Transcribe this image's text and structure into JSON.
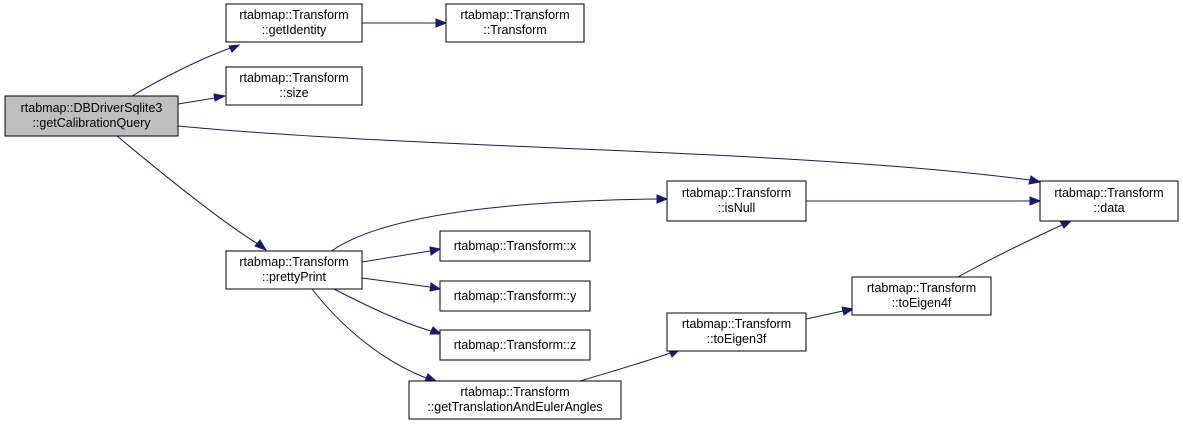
{
  "diagram": {
    "nodes": {
      "root": {
        "line1": "rtabmap::DBDriverSqlite3",
        "line2": "::getCalibrationQuery"
      },
      "getIdentity": {
        "line1": "rtabmap::Transform",
        "line2": "::getIdentity"
      },
      "transform": {
        "line1": "rtabmap::Transform",
        "line2": "::Transform"
      },
      "size": {
        "line1": "rtabmap::Transform",
        "line2": "::size"
      },
      "data": {
        "line1": "rtabmap::Transform",
        "line2": "::data"
      },
      "prettyPrint": {
        "line1": "rtabmap::Transform",
        "line2": "::prettyPrint"
      },
      "isNull": {
        "line1": "rtabmap::Transform",
        "line2": "::isNull"
      },
      "x": {
        "line1": "rtabmap::Transform::x"
      },
      "y": {
        "line1": "rtabmap::Transform::y"
      },
      "z": {
        "line1": "rtabmap::Transform::z"
      },
      "getTAEA": {
        "line1": "rtabmap::Transform",
        "line2": "::getTranslationAndEulerAngles"
      },
      "toEigen3f": {
        "line1": "rtabmap::Transform",
        "line2": "::toEigen3f"
      },
      "toEigen4f": {
        "line1": "rtabmap::Transform",
        "line2": "::toEigen4f"
      }
    },
    "edges": [
      {
        "from": "root",
        "to": "getIdentity"
      },
      {
        "from": "getIdentity",
        "to": "transform"
      },
      {
        "from": "root",
        "to": "size"
      },
      {
        "from": "root",
        "to": "data"
      },
      {
        "from": "root",
        "to": "prettyPrint"
      },
      {
        "from": "prettyPrint",
        "to": "isNull"
      },
      {
        "from": "isNull",
        "to": "data"
      },
      {
        "from": "prettyPrint",
        "to": "x"
      },
      {
        "from": "prettyPrint",
        "to": "y"
      },
      {
        "from": "prettyPrint",
        "to": "z"
      },
      {
        "from": "prettyPrint",
        "to": "getTAEA"
      },
      {
        "from": "getTAEA",
        "to": "toEigen3f"
      },
      {
        "from": "toEigen3f",
        "to": "toEigen4f"
      },
      {
        "from": "toEigen4f",
        "to": "data"
      }
    ],
    "colors": {
      "edge": "#191970",
      "root_fill": "#bfbfbf",
      "node_fill": "#ffffff",
      "node_border": "#000000"
    }
  }
}
